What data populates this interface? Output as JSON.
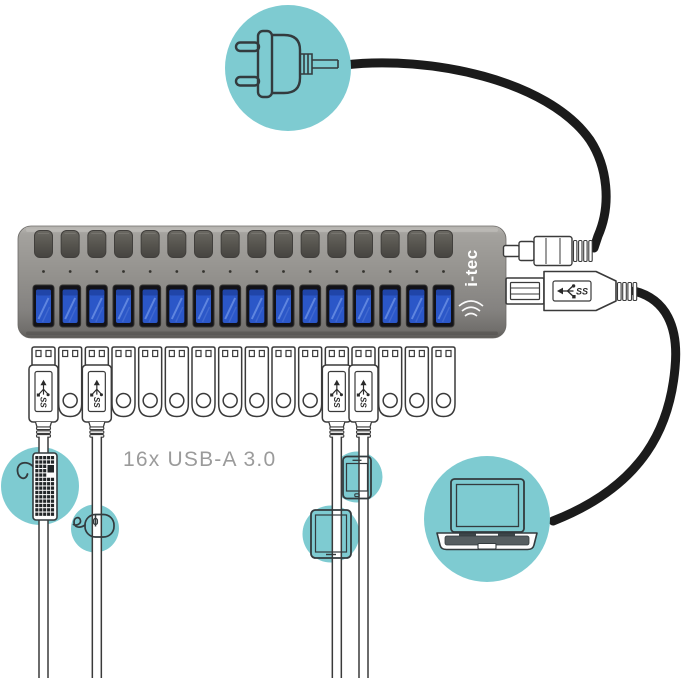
{
  "illustration": {
    "brand_logo": "i-tec",
    "caption": "16x USB-A 3.0",
    "usb3_logo_text": "SS",
    "hub": {
      "buttons_count": 16,
      "leds_count": 16,
      "ports_count": 16,
      "port_type": "USB-A 3.0"
    },
    "connectors": {
      "count": 16,
      "types": [
        "cable",
        "drive",
        "cable",
        "drive",
        "drive",
        "drive",
        "drive",
        "drive",
        "drive",
        "drive",
        "drive",
        "cable",
        "cable",
        "drive",
        "drive",
        "drive"
      ],
      "cable_columns": [
        1,
        3,
        12,
        13
      ]
    },
    "devices": [
      "power-plug",
      "keyboard",
      "mouse",
      "tablet",
      "smartphone",
      "laptop"
    ],
    "colors": {
      "accent_teal": "#7ecbd1",
      "cable_black": "#1b1b1b",
      "hub_gray": "#93918d",
      "button_gray": "#57554f",
      "port_blue": "#2b57c8",
      "outline": "#3a3a3a",
      "icon_stroke": "#333b3e",
      "caption_gray": "#9b9b9b"
    }
  }
}
